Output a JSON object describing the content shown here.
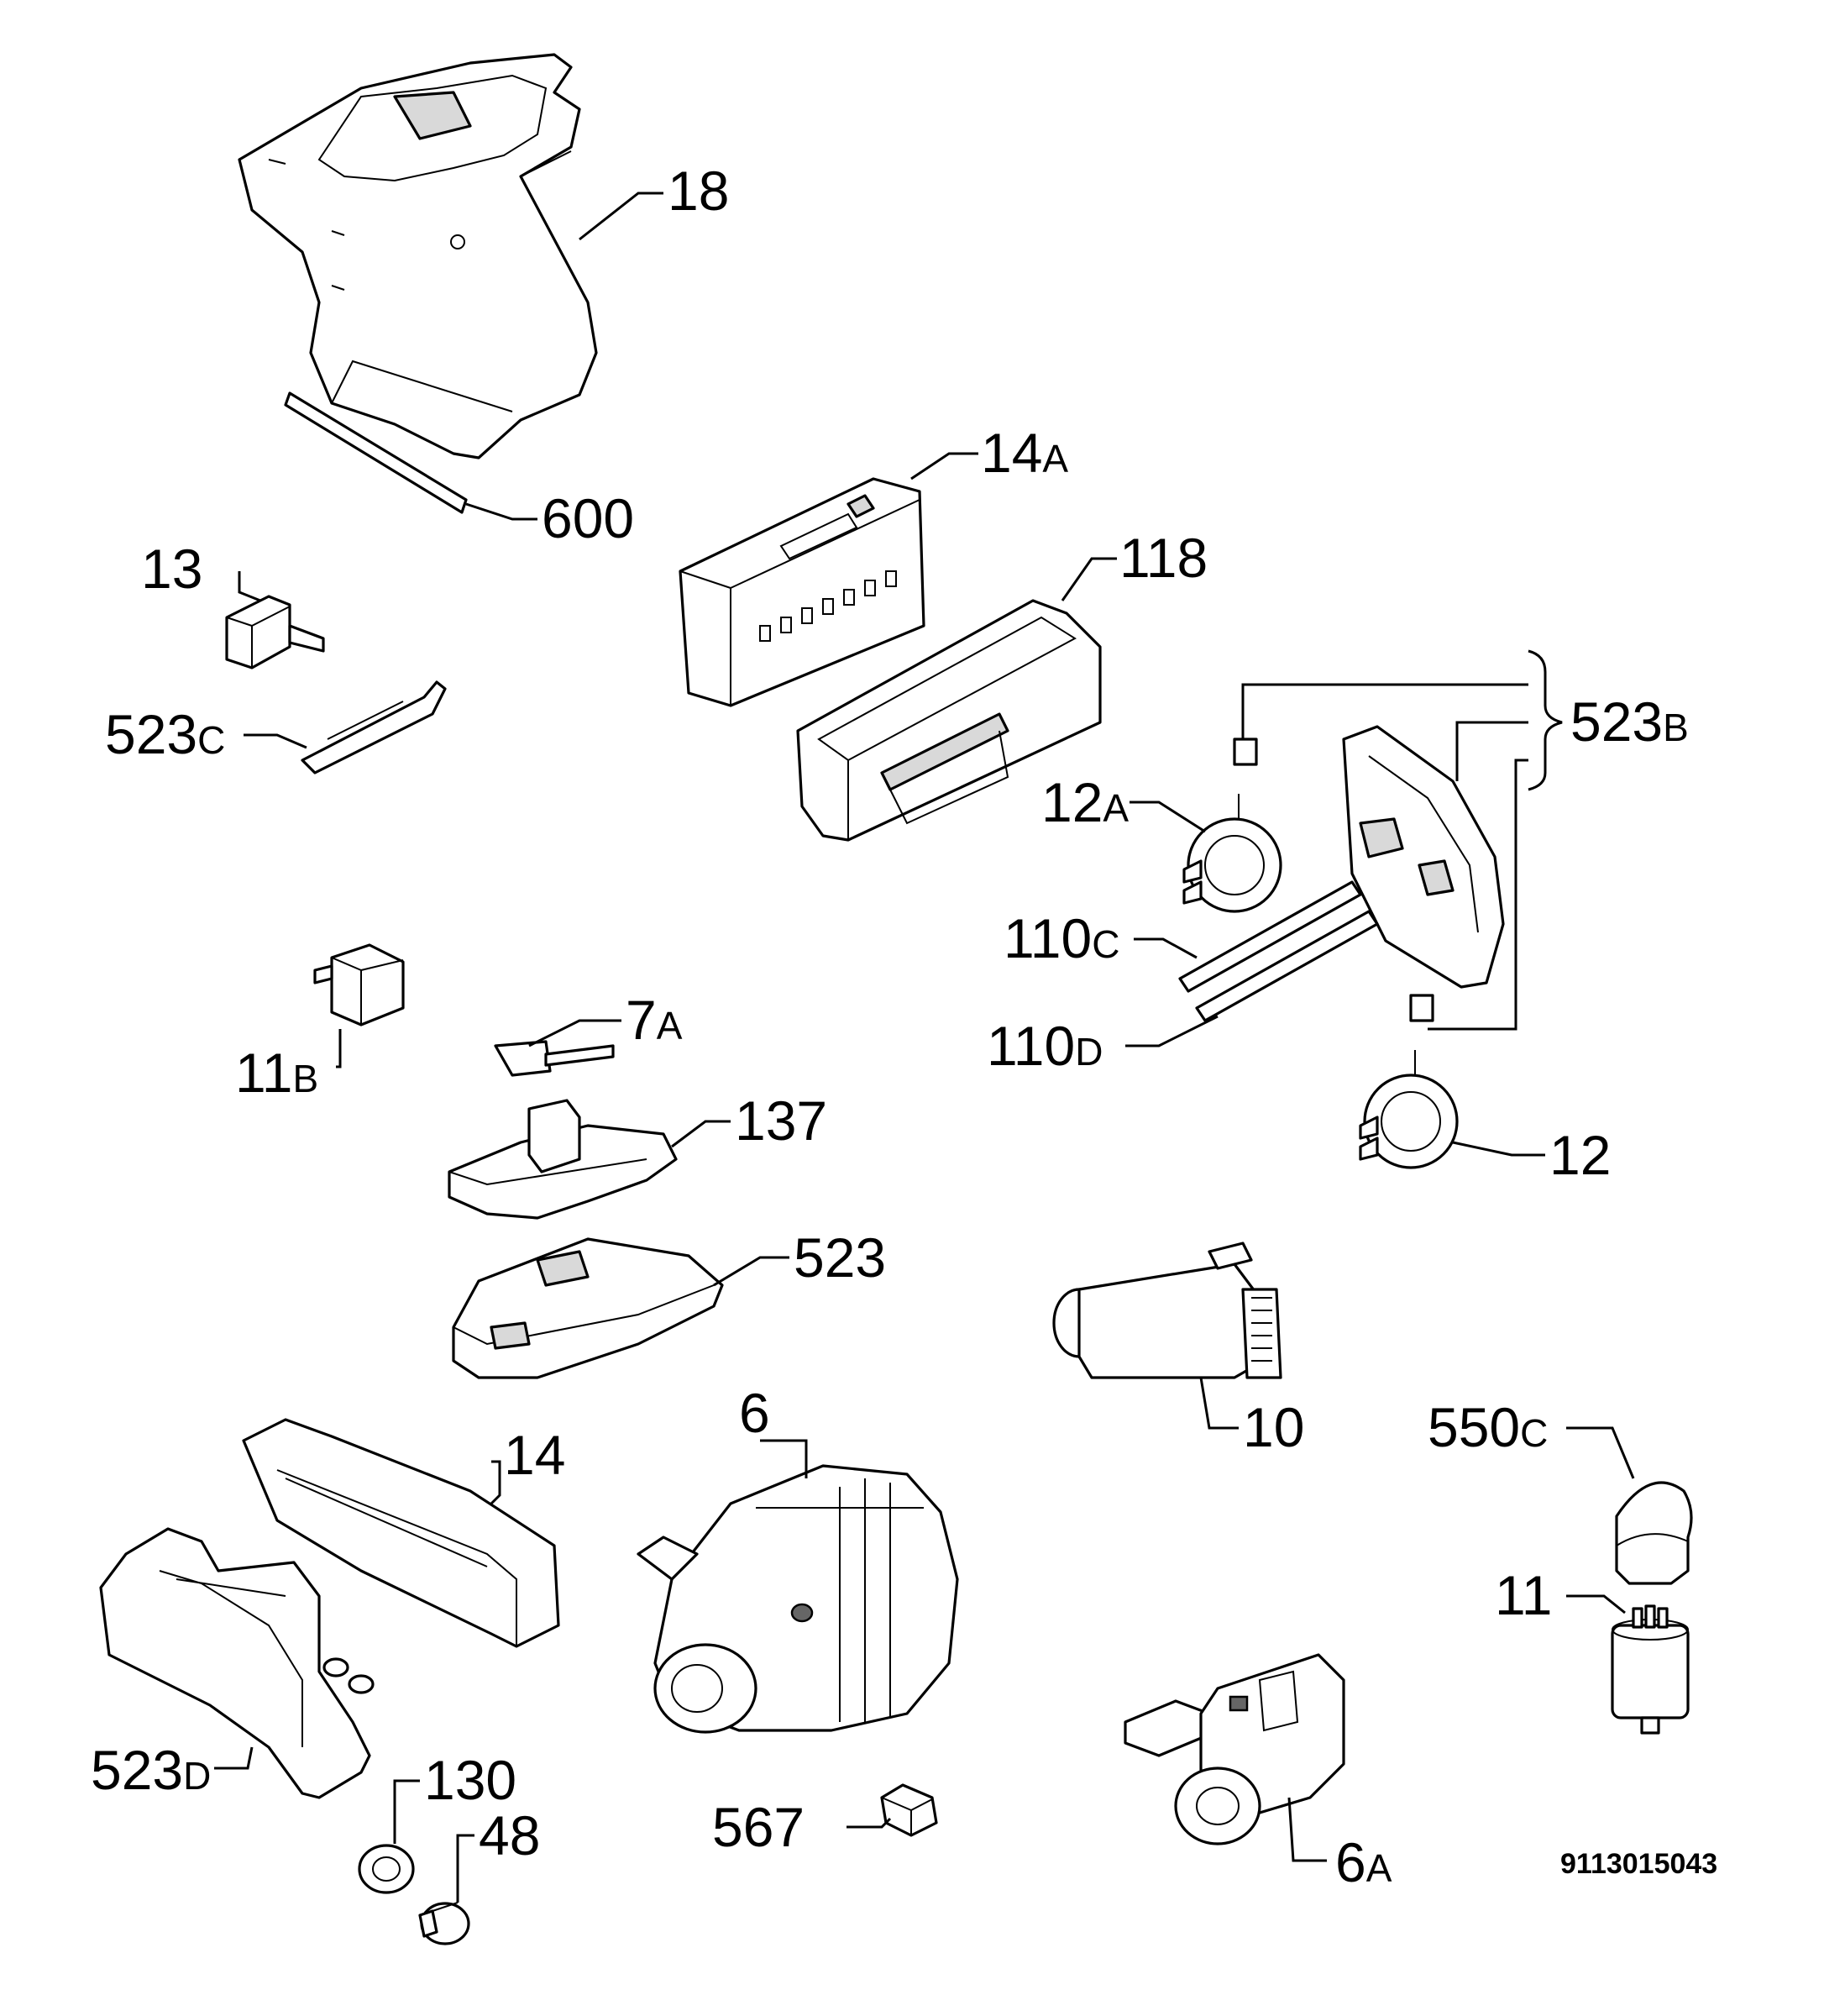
{
  "diagram_code": "9113015043",
  "labels": [
    {
      "id": "18",
      "num": "18",
      "sfx": ""
    },
    {
      "id": "600",
      "num": "600",
      "sfx": ""
    },
    {
      "id": "14A",
      "num": "14",
      "sfx": "A"
    },
    {
      "id": "13",
      "num": "13",
      "sfx": ""
    },
    {
      "id": "118",
      "num": "118",
      "sfx": ""
    },
    {
      "id": "523B",
      "num": "523",
      "sfx": "B"
    },
    {
      "id": "523C",
      "num": "523",
      "sfx": "C"
    },
    {
      "id": "12A",
      "num": "12",
      "sfx": "A"
    },
    {
      "id": "110C",
      "num": "110",
      "sfx": "C"
    },
    {
      "id": "11B",
      "num": "11",
      "sfx": "B"
    },
    {
      "id": "7A",
      "num": "7",
      "sfx": "A"
    },
    {
      "id": "110D",
      "num": "110",
      "sfx": "D"
    },
    {
      "id": "137",
      "num": "137",
      "sfx": ""
    },
    {
      "id": "12",
      "num": "12",
      "sfx": ""
    },
    {
      "id": "523",
      "num": "523",
      "sfx": ""
    },
    {
      "id": "6",
      "num": "6",
      "sfx": ""
    },
    {
      "id": "10",
      "num": "10",
      "sfx": ""
    },
    {
      "id": "14",
      "num": "14",
      "sfx": ""
    },
    {
      "id": "550C",
      "num": "550",
      "sfx": "C"
    },
    {
      "id": "11",
      "num": "11",
      "sfx": ""
    },
    {
      "id": "523D",
      "num": "523",
      "sfx": "D"
    },
    {
      "id": "130",
      "num": "130",
      "sfx": ""
    },
    {
      "id": "48",
      "num": "48",
      "sfx": ""
    },
    {
      "id": "567",
      "num": "567",
      "sfx": ""
    },
    {
      "id": "6A",
      "num": "6",
      "sfx": "A"
    }
  ]
}
